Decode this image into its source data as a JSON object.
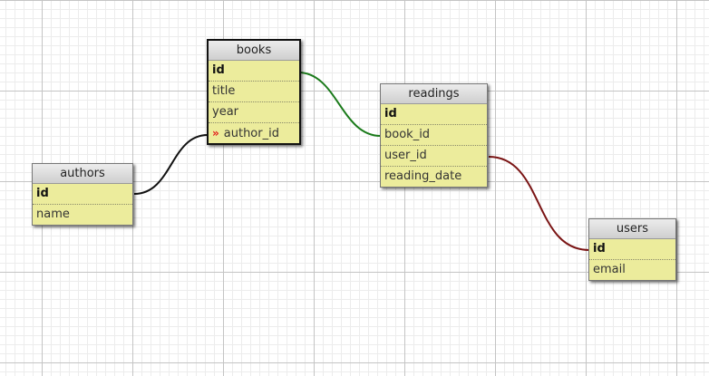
{
  "colors": {
    "table_fill": "#ecec9c",
    "connector_black": "#111111",
    "connector_green": "#1a7a1a",
    "connector_maroon": "#7a1414"
  },
  "tables": {
    "books": {
      "title": "books",
      "fields": [
        "id",
        "title",
        "year",
        "author_id"
      ]
    },
    "authors": {
      "title": "authors",
      "fields": [
        "id",
        "name"
      ]
    },
    "readings": {
      "title": "readings",
      "fields": [
        "id",
        "book_id",
        "user_id",
        "reading_date"
      ]
    },
    "users": {
      "title": "users",
      "fields": [
        "id",
        "email"
      ]
    }
  },
  "relations": [
    {
      "from": "books.author_id",
      "to": "authors.id",
      "color": "black"
    },
    {
      "from": "books.id",
      "to": "readings.book_id",
      "color": "green"
    },
    {
      "from": "readings.user_id",
      "to": "users.id",
      "color": "maroon"
    }
  ],
  "icons": {
    "foreign_key": "double-chevron-right-icon"
  },
  "fk_glyph": "»"
}
